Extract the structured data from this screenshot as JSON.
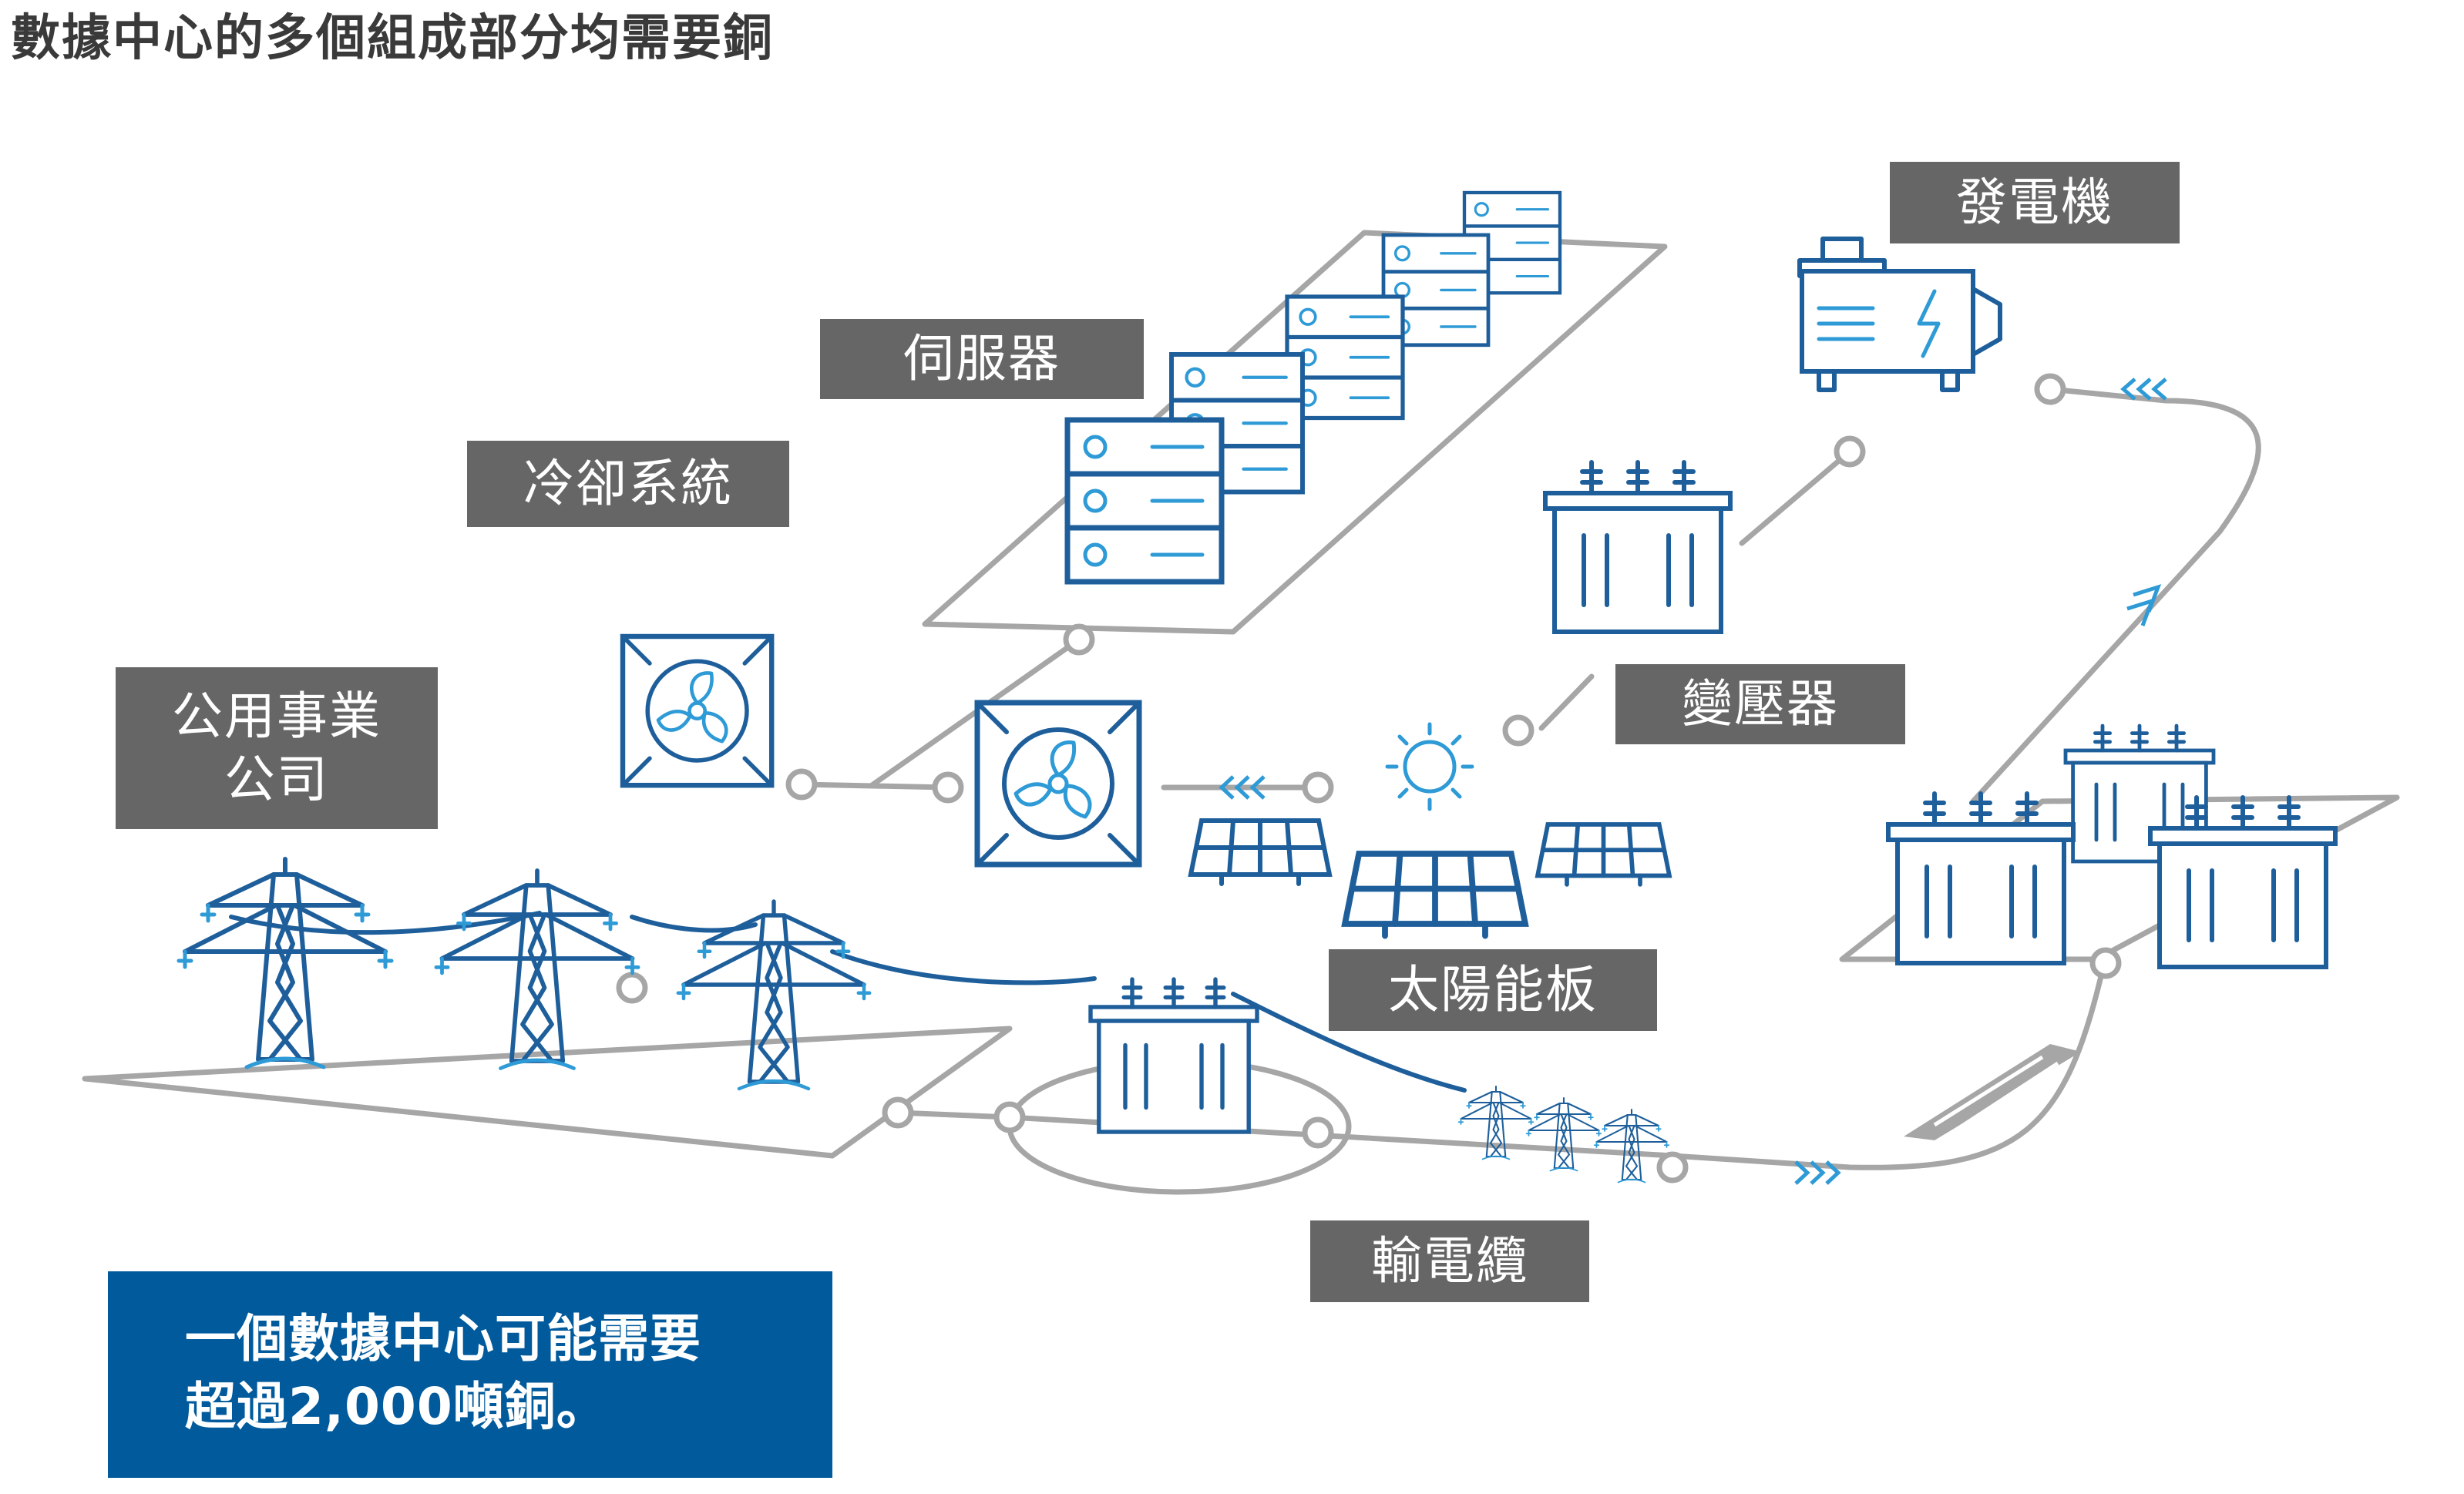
{
  "title": "數據中心的多個組成部分均需要銅",
  "labels": {
    "generator": "發電機",
    "servers": "伺服器",
    "cooling": "冷卻系統",
    "utility_line1": "公用事業",
    "utility_line2": "公司",
    "transformer": "變壓器",
    "solar": "太陽能板",
    "cable": "輸電纜"
  },
  "callout": {
    "line1": "一個數據中心可能需要",
    "line2": "超過2,000噸銅。"
  },
  "colors": {
    "label_bg": "#666666",
    "callout_bg": "#005a9c",
    "icon_dark": "#1e5f9b",
    "icon_light": "#2e9ad6",
    "connector": "#a6a6a6"
  }
}
